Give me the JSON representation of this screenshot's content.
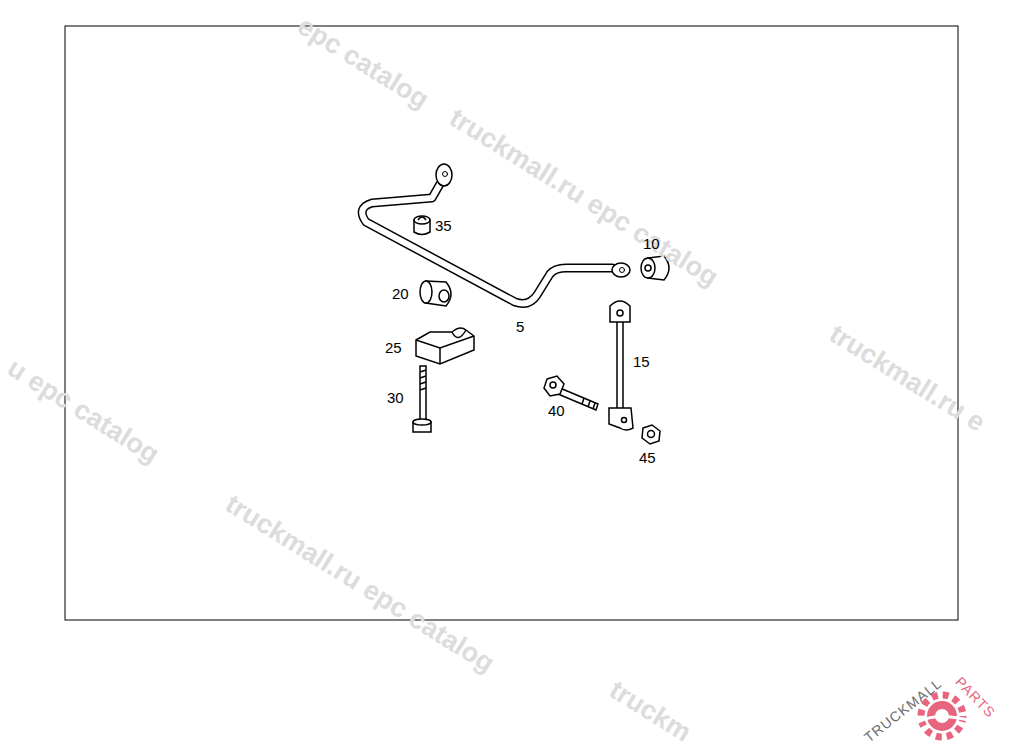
{
  "diagram": {
    "labels": [
      "epc catalog",
      "truckmall.ru epc catalog",
      "35",
      "10",
      "20",
      "5",
      "25",
      "15",
      "u epc catalog",
      "truckmall.ru e",
      "30",
      "40",
      "45",
      "truckmall.ru epc catalog",
      "TRUCKMALL",
      "PARTS",
      "truckm"
    ]
  }
}
